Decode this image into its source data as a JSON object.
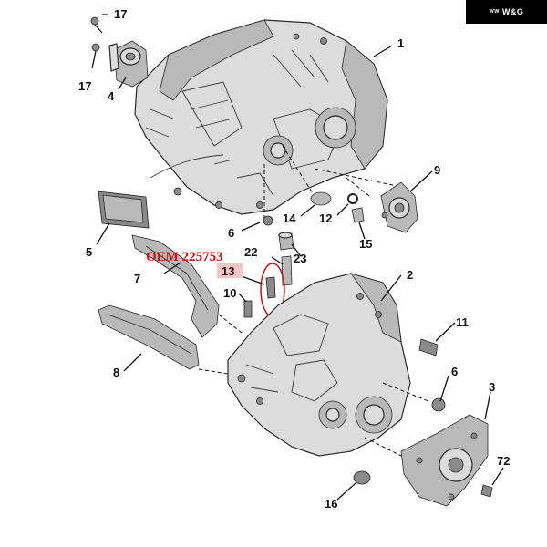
{
  "brand": {
    "logo_mark": "ᵂᵂ",
    "logo_text": "W&G"
  },
  "oem_label": "OEM 225753",
  "highlighted_callout": "13",
  "highlight_color": "#d11212",
  "callouts": {
    "c1": "1",
    "c2": "2",
    "c3": "3",
    "c4": "4",
    "c5": "5",
    "c6a": "6",
    "c6b": "6",
    "c7": "7",
    "c8": "8",
    "c9": "9",
    "c10": "10",
    "c11": "11",
    "c12": "12",
    "c14": "14",
    "c15": "15",
    "c16": "16",
    "c17a": "17",
    "c17b": "17",
    "c22": "22",
    "c23": "23",
    "c72": "72"
  }
}
